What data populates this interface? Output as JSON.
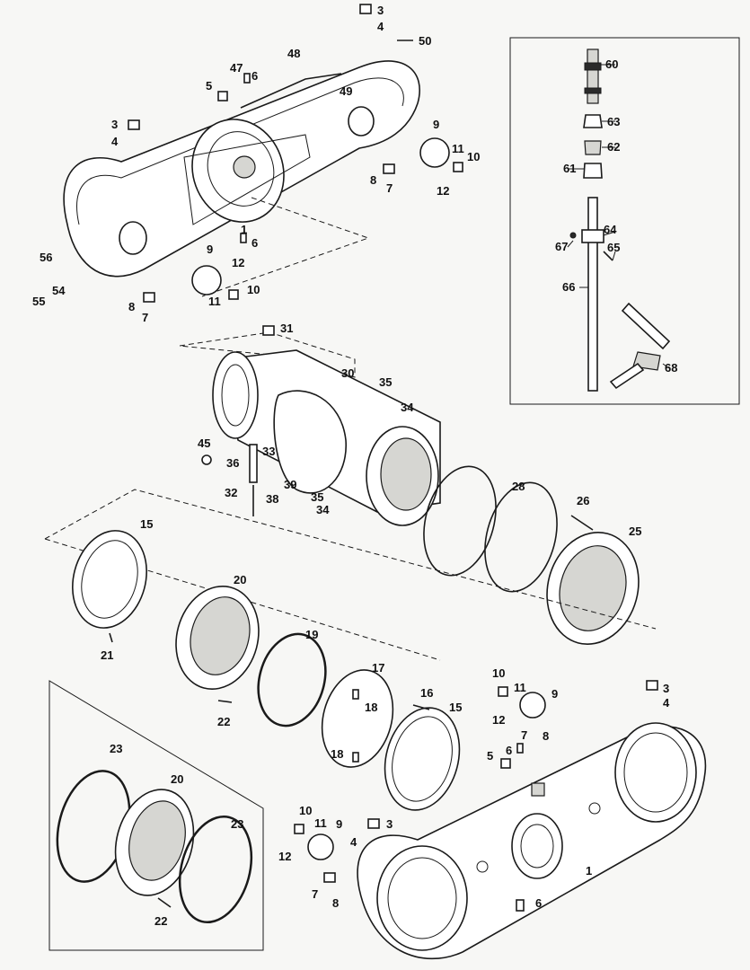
{
  "labels": {
    "p1": "1",
    "p3": "3",
    "p4": "4",
    "p5": "5",
    "p6": "6",
    "p7": "7",
    "p8": "8",
    "p9": "9",
    "p10": "10",
    "p11": "11",
    "p12": "12",
    "p15": "15",
    "p16": "16",
    "p17": "17",
    "p18": "18",
    "p19": "19",
    "p20": "20",
    "p21": "21",
    "p22": "22",
    "p23": "23",
    "p25": "25",
    "p26": "26",
    "p28": "28",
    "p30": "30",
    "p31": "31",
    "p32": "32",
    "p33": "33",
    "p34": "34",
    "p35": "35",
    "p36": "36",
    "p38": "38",
    "p39": "39",
    "p45": "45",
    "p47": "47",
    "p48": "48",
    "p49": "49",
    "p50": "50",
    "p54": "54",
    "p55": "55",
    "p56": "56",
    "p60": "60",
    "p61": "61",
    "p62": "62",
    "p63": "63",
    "p64": "64",
    "p65": "65",
    "p66": "66",
    "p67": "67",
    "p68": "68"
  }
}
